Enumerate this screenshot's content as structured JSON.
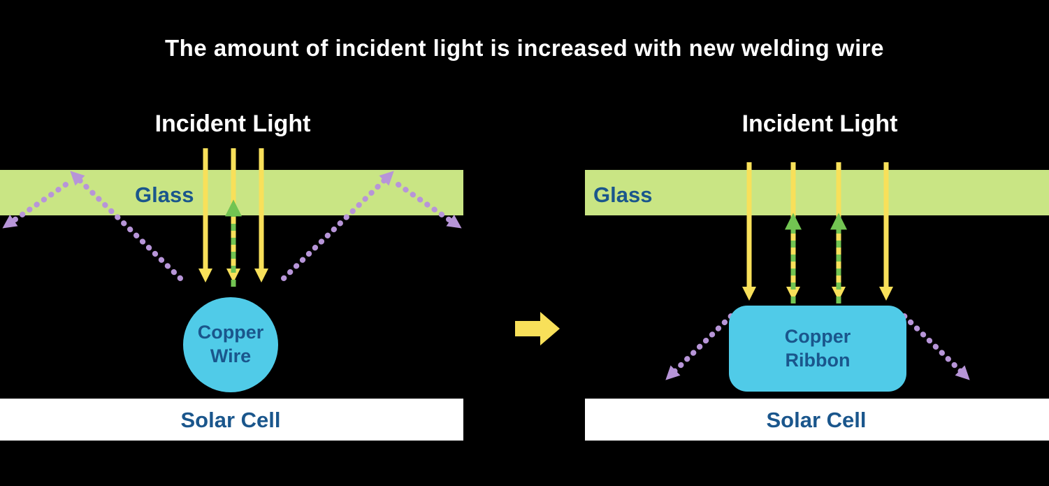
{
  "title": "The amount of incident light is increased with new welding wire",
  "colors": {
    "bg": "#000000",
    "white": "#ffffff",
    "glass": "#c9e584",
    "blue": "#1a568c",
    "yellow": "#f8e05a",
    "green": "#72c452",
    "purple": "#b795d8",
    "cyan": "#50cbe8"
  },
  "left_panel": {
    "incident_light_label": "Incident Light",
    "glass_label": "Glass",
    "copper_label": "Copper\nWire",
    "solar_label": "Solar Cell"
  },
  "right_panel": {
    "incident_light_label": "Incident Light",
    "glass_label": "Glass",
    "copper_label": "Copper\nRibbon",
    "solar_label": "Solar Cell"
  }
}
